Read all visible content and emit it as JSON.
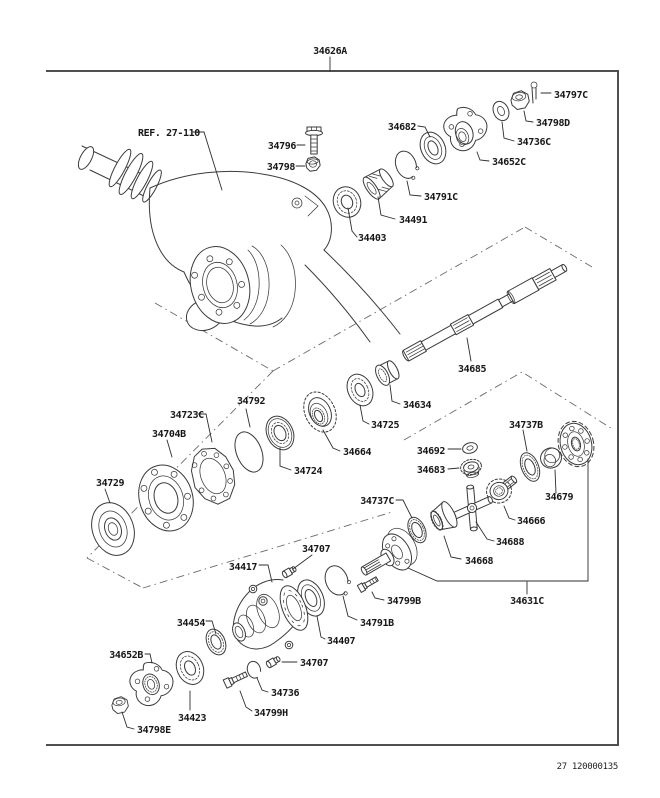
{
  "diagram": {
    "frame_label": "34626A",
    "ref_label": "REF. 27-110",
    "page_footer": "27 120000135",
    "colors": {
      "background": "#ffffff",
      "line": "#3b3b3b",
      "text": "#171717",
      "frame": "#4f4f4f"
    },
    "part_labels": [
      "34796",
      "34798",
      "34682",
      "34403",
      "34491",
      "34791C",
      "34652C",
      "34736C",
      "34798D",
      "34797C",
      "34685",
      "34634",
      "34725",
      "34664",
      "34724",
      "34792",
      "34723C",
      "34704B",
      "34729",
      "34737B",
      "34692",
      "34683",
      "34679",
      "34666",
      "34688",
      "34668",
      "34737C",
      "34417",
      "34707",
      "34407",
      "34791B",
      "34799B",
      "34631C",
      "34454",
      "34652B",
      "34423",
      "34798E",
      "34799H",
      "34736",
      "34707"
    ]
  }
}
